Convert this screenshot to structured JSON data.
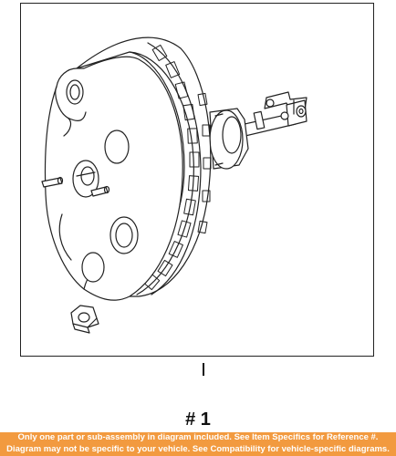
{
  "callout": {
    "label": "# 1"
  },
  "banner": {
    "line1": "Only one part or sub-assembly in diagram included. See Item Specifics for Reference #.",
    "line2": "Diagram may not be specific to your vehicle. See Compatibility for vehicle-specific diagrams.",
    "background": "#f29a3f",
    "text_color": "#ffffff"
  },
  "colors": {
    "line": "#222222",
    "paper": "#ffffff"
  }
}
